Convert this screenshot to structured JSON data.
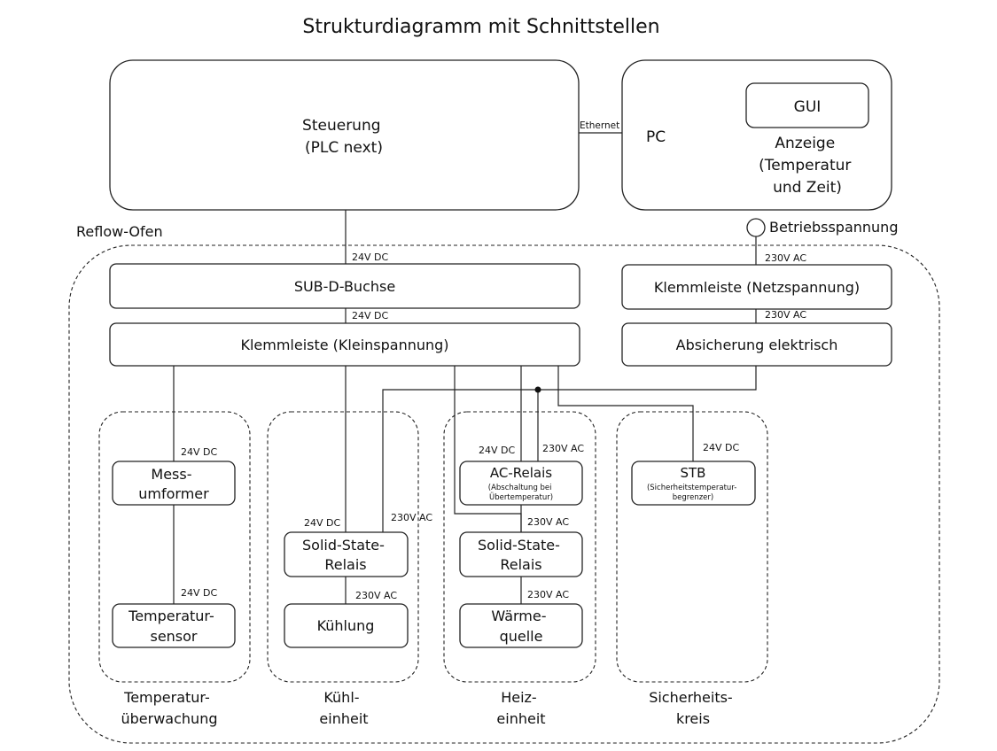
{
  "title": "Strukturdiagramm mit Schnittstellen",
  "blocks": {
    "steuerung": [
      "Steuerung",
      "(PLC next)"
    ],
    "pc": "PC",
    "gui": "GUI",
    "anzeige": [
      "Anzeige",
      "(Temperatur",
      "und Zeit)"
    ],
    "subd": "SUB-D-Buchse",
    "klemme_klein": "Klemmleiste (Kleinspannung)",
    "klemme_netz": "Klemmleiste (Netzspannung)",
    "absicherung": "Absicherung elektrisch",
    "messumformer": [
      "Mess-",
      "umformer"
    ],
    "temp_sensor": [
      "Temperatur-",
      "sensor"
    ],
    "ssr_kuehl": [
      "Solid-State-",
      "Relais"
    ],
    "kuehlung": "Kühlung",
    "ac_relais": [
      "AC-Relais",
      "(Abschaltung bei",
      "Übertemperatur)"
    ],
    "ssr_heiz": [
      "Solid-State-",
      "Relais"
    ],
    "waermequelle": [
      "Wärme-",
      "quelle"
    ],
    "stb": [
      "STB",
      "(Sicherheitstemperatur-",
      "begrenzer)"
    ]
  },
  "groups": {
    "reflow": "Reflow-Ofen",
    "temp": [
      "Temperatur-",
      "überwachung"
    ],
    "kuehl": [
      "Kühl-",
      "einheit"
    ],
    "heiz": [
      "Heiz-",
      "einheit"
    ],
    "sicher": [
      "Sicherheits-",
      "kreis"
    ]
  },
  "labels": {
    "ethernet": "Ethernet",
    "betrieb": "Betriebsspannung",
    "dc_subd_top": "24V DC",
    "dc_subd_bottom": "24V DC",
    "ac_netz_top": "230V AC",
    "ac_netz_bottom": "230V AC",
    "dc_mess": "24V DC",
    "dc_sensor": "24V DC",
    "dc_ssr_kuehl": "24V DC",
    "ac_ssr_kuehl": "230V AC",
    "ac_kuehlung": "230V AC",
    "dc_ac_relais": "24V DC",
    "ac_ac_relais": "230V AC",
    "ac_ssr_heiz": "230V AC",
    "ac_waerme": "230V AC",
    "dc_stb": "24V DC"
  }
}
